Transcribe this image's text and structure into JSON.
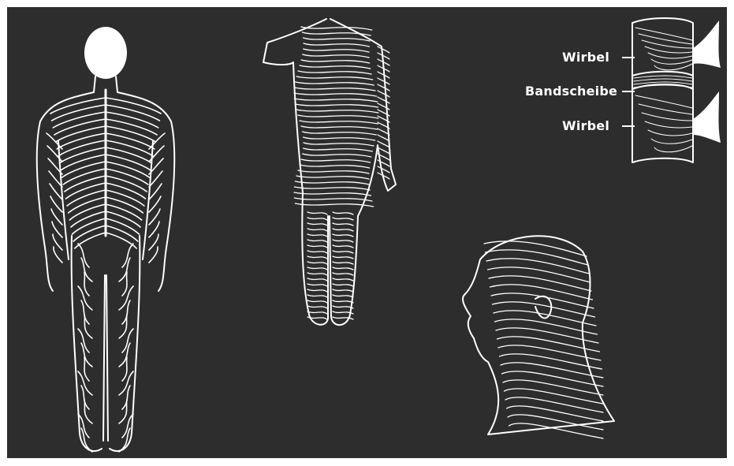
{
  "background": "#2d2d2d",
  "frame_color": "#ffffff",
  "figures": [
    {
      "name": "nervous-system-back-figure",
      "icon": "human-body-back-nerves"
    },
    {
      "name": "muscle-lines-front-figure",
      "icon": "human-body-front-muscle-lines"
    },
    {
      "name": "vertebra-diagram",
      "icon": "spine-segment"
    },
    {
      "name": "head-profile-figure",
      "icon": "head-profile-lines"
    }
  ],
  "vertebra_labels": {
    "top": "Wirbel",
    "middle": "Bandscheibe",
    "bottom": "Wirbel"
  }
}
